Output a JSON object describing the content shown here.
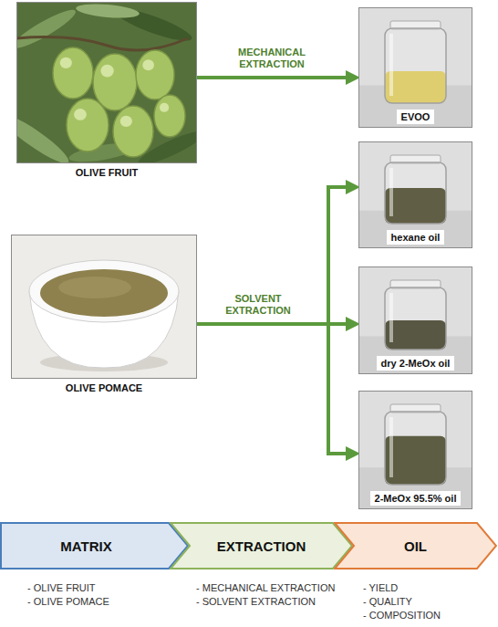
{
  "diagram": {
    "nodes": [
      {
        "text": [
          "OLIVE FRUIT"
        ]
      },
      {
        "text": [
          "EVOO"
        ]
      },
      {
        "text": [
          "OLIVE POMACE"
        ]
      },
      {
        "text": [
          "hexane oil"
        ]
      },
      {
        "text": [
          "dry 2-MeOx oil"
        ]
      },
      {
        "text": [
          "2-MeOx 95.5% oil"
        ]
      },
      {
        "text": [
          "MATRIX"
        ]
      },
      {
        "text": [
          "EXTRACTION"
        ]
      },
      {
        "text": [
          "OIL"
        ]
      }
    ],
    "edges": [
      {
        "from": 0,
        "to": 1,
        "arrow": "to",
        "label": "MECHANICAL EXTRACTION"
      },
      {
        "from": 2,
        "to": 3,
        "arrow": "to"
      },
      {
        "from": 2,
        "to": 4,
        "arrow": "to",
        "label": "SOLVENT EXTRACTION"
      },
      {
        "from": 2,
        "to": 5,
        "arrow": "to"
      }
    ],
    "labels": [
      "- OLIVE FRUIT",
      "- OLIVE POMACE",
      "- MECHANICAL EXTRACTION",
      "- SOLVENT EXTRACTION",
      "- YIELD",
      "- QUALITY",
      "- COMPOSITION"
    ]
  }
}
